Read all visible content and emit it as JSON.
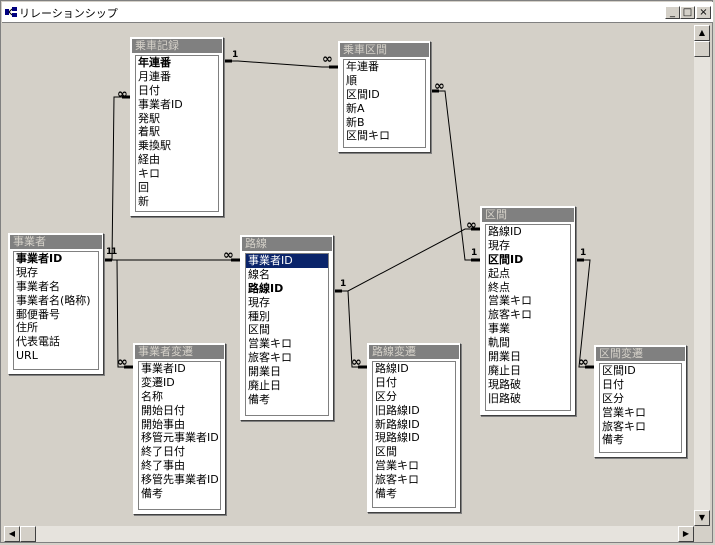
{
  "window": {
    "title": "リレーションシップ"
  },
  "controls": {
    "minimize": "_",
    "maximize": "□",
    "close": "×"
  },
  "tables": [
    {
      "id": "jousha",
      "name": "乗車記録",
      "fields": [
        {
          "name": "年連番",
          "key": true
        },
        {
          "name": "月連番"
        },
        {
          "name": "日付"
        },
        {
          "name": "事業者ID"
        },
        {
          "name": "発駅"
        },
        {
          "name": "着駅"
        },
        {
          "name": "乗換駅"
        },
        {
          "name": "経由"
        },
        {
          "name": "キロ"
        },
        {
          "name": "回"
        },
        {
          "name": "新"
        }
      ]
    },
    {
      "id": "joukukan",
      "name": "乗車区間",
      "fields": [
        {
          "name": "年連番"
        },
        {
          "name": "順"
        },
        {
          "name": "区間ID"
        },
        {
          "name": "新A"
        },
        {
          "name": "新B"
        },
        {
          "name": "区間キロ"
        }
      ]
    },
    {
      "id": "jigyousha",
      "name": "事業者",
      "fields": [
        {
          "name": "事業者ID",
          "key": true
        },
        {
          "name": "現存"
        },
        {
          "name": "事業者名"
        },
        {
          "name": "事業者名(略称)"
        },
        {
          "name": "郵便番号"
        },
        {
          "name": "住所"
        },
        {
          "name": "代表電話"
        },
        {
          "name": "URL"
        }
      ]
    },
    {
      "id": "rosen",
      "name": "路線",
      "fields": [
        {
          "name": "事業者ID",
          "selected": true
        },
        {
          "name": "線名"
        },
        {
          "name": "路線ID",
          "key": true
        },
        {
          "name": "現存"
        },
        {
          "name": "種別"
        },
        {
          "name": "区間"
        },
        {
          "name": "営業キロ"
        },
        {
          "name": "旅客キロ"
        },
        {
          "name": "開業日"
        },
        {
          "name": "廃止日"
        },
        {
          "name": "備考"
        }
      ]
    },
    {
      "id": "kukan",
      "name": "区間",
      "fields": [
        {
          "name": "路線ID"
        },
        {
          "name": "現存"
        },
        {
          "name": "区間ID",
          "key": true
        },
        {
          "name": "起点"
        },
        {
          "name": "終点"
        },
        {
          "name": "営業キロ"
        },
        {
          "name": "旅客キロ"
        },
        {
          "name": "事業"
        },
        {
          "name": "軌間"
        },
        {
          "name": "開業日"
        },
        {
          "name": "廃止日"
        },
        {
          "name": "現路破"
        },
        {
          "name": "旧路破"
        }
      ]
    },
    {
      "id": "jhenkou",
      "name": "事業者変遷",
      "fields": [
        {
          "name": "事業者ID"
        },
        {
          "name": "変遷ID"
        },
        {
          "name": "名称"
        },
        {
          "name": "開始日付"
        },
        {
          "name": "開始事由"
        },
        {
          "name": "移管元事業者ID"
        },
        {
          "name": "終了日付"
        },
        {
          "name": "終了事由"
        },
        {
          "name": "移管先事業者ID"
        },
        {
          "name": "備考"
        }
      ]
    },
    {
      "id": "rhenkou",
      "name": "路線変遷",
      "fields": [
        {
          "name": "路線ID"
        },
        {
          "name": "日付"
        },
        {
          "name": "区分"
        },
        {
          "name": "旧路線ID"
        },
        {
          "name": "新路線ID"
        },
        {
          "name": "現路線ID"
        },
        {
          "name": "区間"
        },
        {
          "name": "営業キロ"
        },
        {
          "name": "旅客キロ"
        },
        {
          "name": "備考"
        }
      ]
    },
    {
      "id": "khenkou",
      "name": "区間変遷",
      "fields": [
        {
          "name": "区間ID"
        },
        {
          "name": "日付"
        },
        {
          "name": "区分"
        },
        {
          "name": "営業キロ"
        },
        {
          "name": "旅客キロ"
        },
        {
          "name": "備考"
        }
      ]
    }
  ],
  "cardinality": {
    "one": "1",
    "many": "∞"
  },
  "colors": {
    "header_bg": "#808080",
    "header_text": "#d4d0c8",
    "selection": "#0a246a",
    "workspace": "#d4d0c8"
  }
}
